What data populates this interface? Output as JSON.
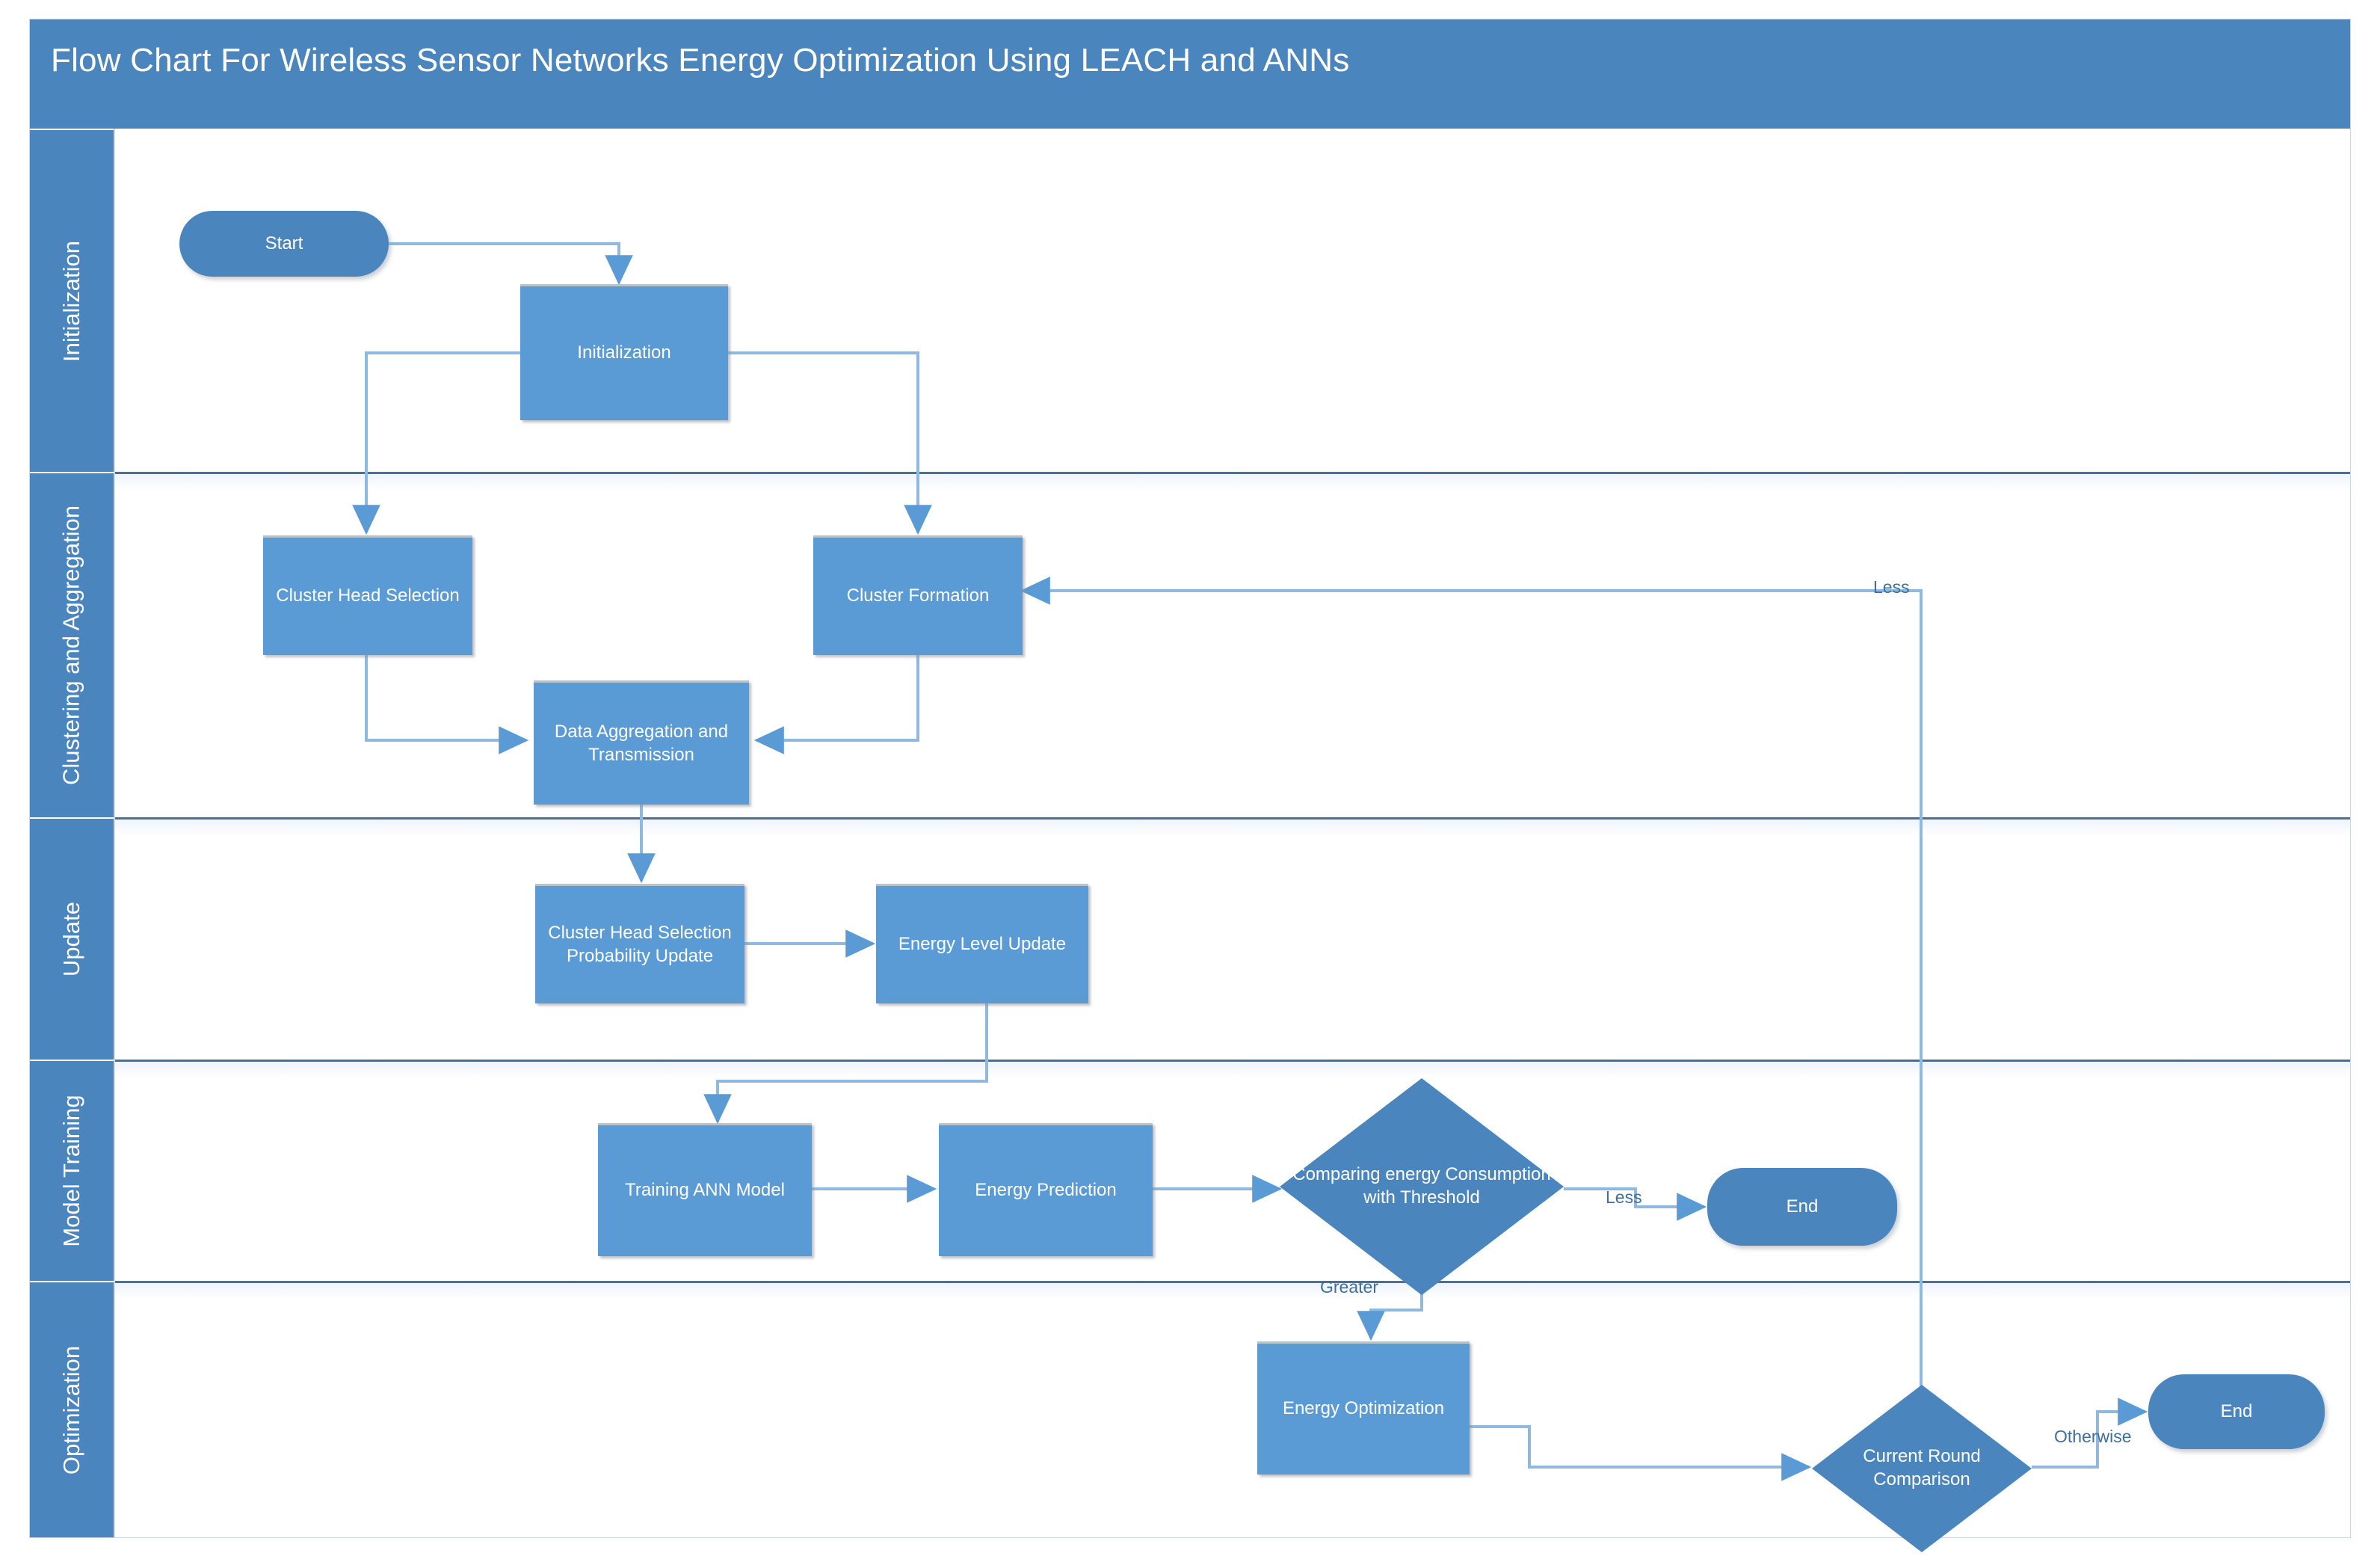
{
  "header": {
    "title": "Flow Chart For Wireless Sensor Networks Energy Optimization Using LEACH and ANNs"
  },
  "colors": {
    "title_bar": "#4A86BD",
    "process_fill": "#5B9BD5",
    "terminal_fill": "#4A86BD",
    "decision_fill": "#4A86BD",
    "connector": "#8FB9DE",
    "lane_divider": "#44729E",
    "canvas": "#FFFFFF",
    "label_text": "#3F6F9E"
  },
  "lanes": [
    {
      "id": "initialization",
      "label": "Initialization"
    },
    {
      "id": "clustering-and-aggregation",
      "label": "Clustering and Aggregation"
    },
    {
      "id": "update",
      "label": "Update"
    },
    {
      "id": "model-training",
      "label": "Model Training"
    },
    {
      "id": "optimization",
      "label": "Optimization"
    }
  ],
  "nodes": {
    "start": {
      "label": "Start",
      "shape": "terminal",
      "lane": "initialization"
    },
    "initialization": {
      "label": "Initialization",
      "shape": "process",
      "lane": "initialization"
    },
    "cluster_head_selection": {
      "label": "Cluster Head Selection",
      "shape": "process",
      "lane": "clustering-and-aggregation"
    },
    "cluster_formation": {
      "label": "Cluster Formation",
      "shape": "process",
      "lane": "clustering-and-aggregation"
    },
    "data_aggregation": {
      "label": "Data Aggregation and Transmission",
      "shape": "process",
      "lane": "clustering-and-aggregation"
    },
    "ch_probability_update": {
      "label": "Cluster Head Selection Probability Update",
      "shape": "process",
      "lane": "update"
    },
    "energy_level_update": {
      "label": "Energy Level Update",
      "shape": "process",
      "lane": "update"
    },
    "training_ann_model": {
      "label": "Training ANN Model",
      "shape": "process",
      "lane": "model-training"
    },
    "energy_prediction": {
      "label": "Energy Prediction",
      "shape": "process",
      "lane": "model-training"
    },
    "compare_threshold": {
      "label": "Comparing energy Consumption with Threshold",
      "shape": "decision",
      "lane": "model-training"
    },
    "end_training": {
      "label": "End",
      "shape": "terminal",
      "lane": "model-training"
    },
    "energy_optimization": {
      "label": "Energy Optimization",
      "shape": "process",
      "lane": "optimization"
    },
    "current_round_comparison": {
      "label": "Current Round Comparison",
      "shape": "decision",
      "lane": "optimization"
    },
    "end_optimization": {
      "label": "End",
      "shape": "terminal",
      "lane": "optimization"
    }
  },
  "edge_labels": {
    "threshold_less": "Less",
    "threshold_greater": "Greater",
    "round_otherwise": "Otherwise",
    "round_less": "Less"
  },
  "edges": [
    {
      "from": "start",
      "to": "initialization",
      "label": ""
    },
    {
      "from": "initialization",
      "to": "cluster_head_selection",
      "label": ""
    },
    {
      "from": "initialization",
      "to": "cluster_formation",
      "label": ""
    },
    {
      "from": "cluster_head_selection",
      "to": "data_aggregation",
      "label": ""
    },
    {
      "from": "cluster_formation",
      "to": "data_aggregation",
      "label": ""
    },
    {
      "from": "data_aggregation",
      "to": "ch_probability_update",
      "label": ""
    },
    {
      "from": "ch_probability_update",
      "to": "energy_level_update",
      "label": ""
    },
    {
      "from": "energy_level_update",
      "to": "training_ann_model",
      "label": ""
    },
    {
      "from": "training_ann_model",
      "to": "energy_prediction",
      "label": ""
    },
    {
      "from": "energy_prediction",
      "to": "compare_threshold",
      "label": ""
    },
    {
      "from": "compare_threshold",
      "to": "end_training",
      "label": "Less"
    },
    {
      "from": "compare_threshold",
      "to": "energy_optimization",
      "label": "Greater"
    },
    {
      "from": "energy_optimization",
      "to": "current_round_comparison",
      "label": ""
    },
    {
      "from": "current_round_comparison",
      "to": "end_optimization",
      "label": "Otherwise"
    },
    {
      "from": "current_round_comparison",
      "to": "cluster_formation",
      "label": "Less"
    }
  ]
}
